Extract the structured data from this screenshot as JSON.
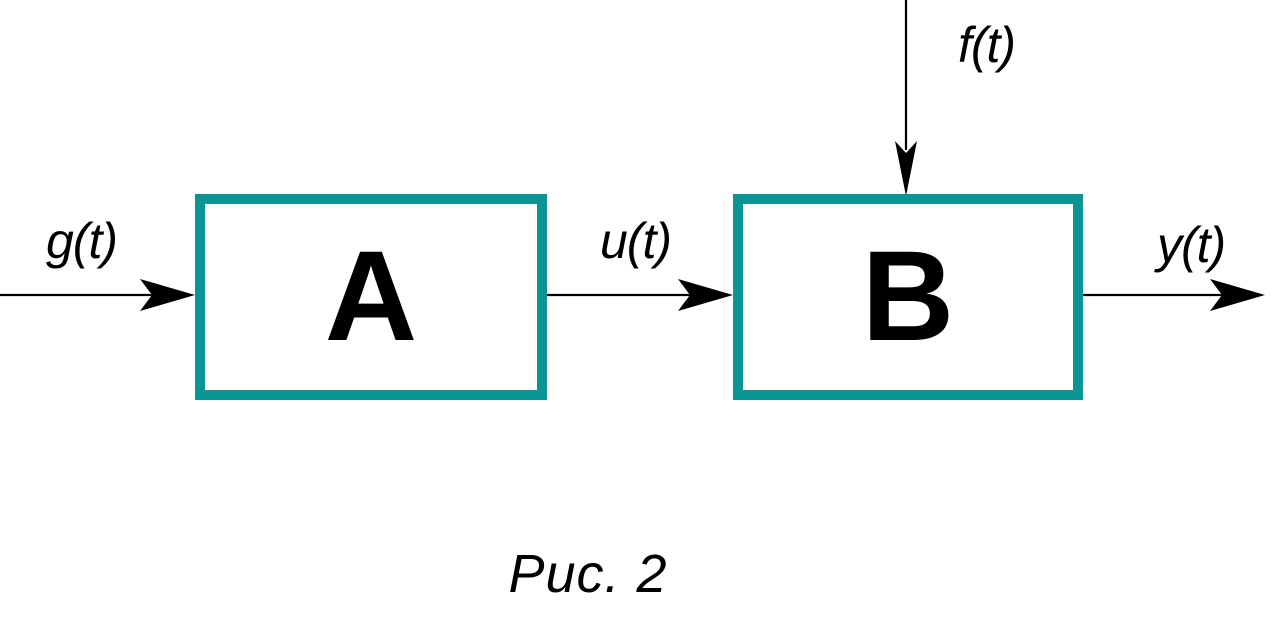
{
  "figure": {
    "type": "block-diagram",
    "caption": "Рис. 2",
    "background_color": "#ffffff",
    "block_border_color": "#0a9494",
    "line_color": "#000000"
  },
  "blocks": [
    {
      "id": "A",
      "label": "A",
      "name": "block-a"
    },
    {
      "id": "B",
      "label": "B",
      "name": "block-b"
    }
  ],
  "signals": [
    {
      "id": "g",
      "label": "g(t)",
      "name": "signal-label-g",
      "role": "input",
      "target": "A",
      "direction": "right"
    },
    {
      "id": "u",
      "label": "u(t)",
      "name": "signal-label-u",
      "role": "intermediate",
      "source": "A",
      "target": "B",
      "direction": "right"
    },
    {
      "id": "f",
      "label": "f(t)",
      "name": "signal-label-f",
      "role": "disturbance",
      "target": "B",
      "direction": "down"
    },
    {
      "id": "y",
      "label": "y(t)",
      "name": "signal-label-y",
      "role": "output",
      "source": "B",
      "direction": "right"
    }
  ]
}
